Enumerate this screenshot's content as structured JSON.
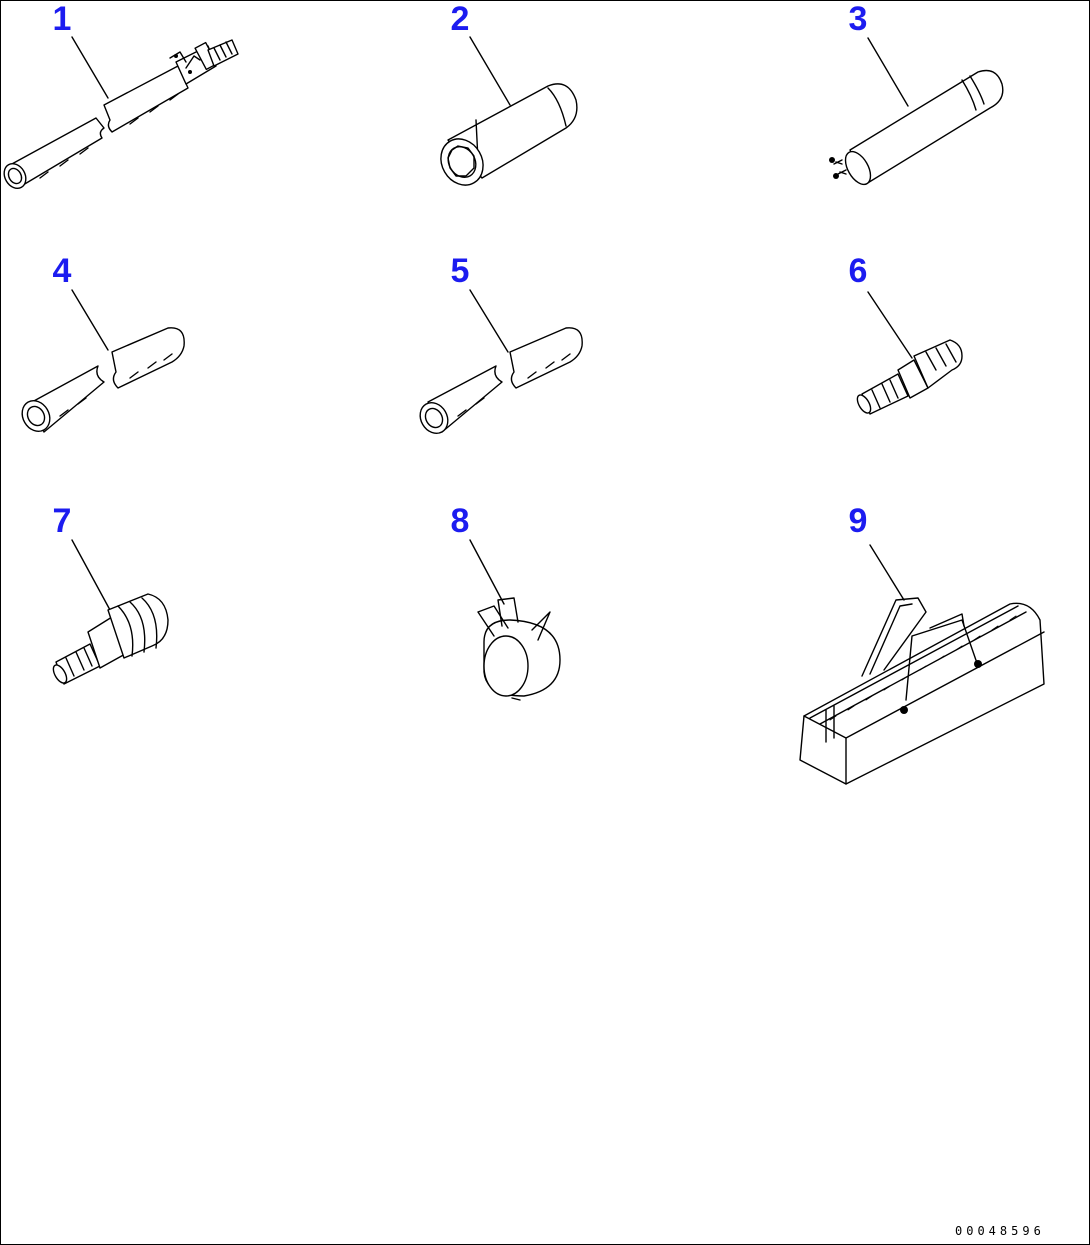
{
  "diagram": {
    "callouts": [
      "1",
      "2",
      "3",
      "4",
      "5",
      "6",
      "7",
      "8",
      "9"
    ],
    "document_number": "00048596",
    "callout_color": "#1c1cf0",
    "line_color": "#000000"
  }
}
